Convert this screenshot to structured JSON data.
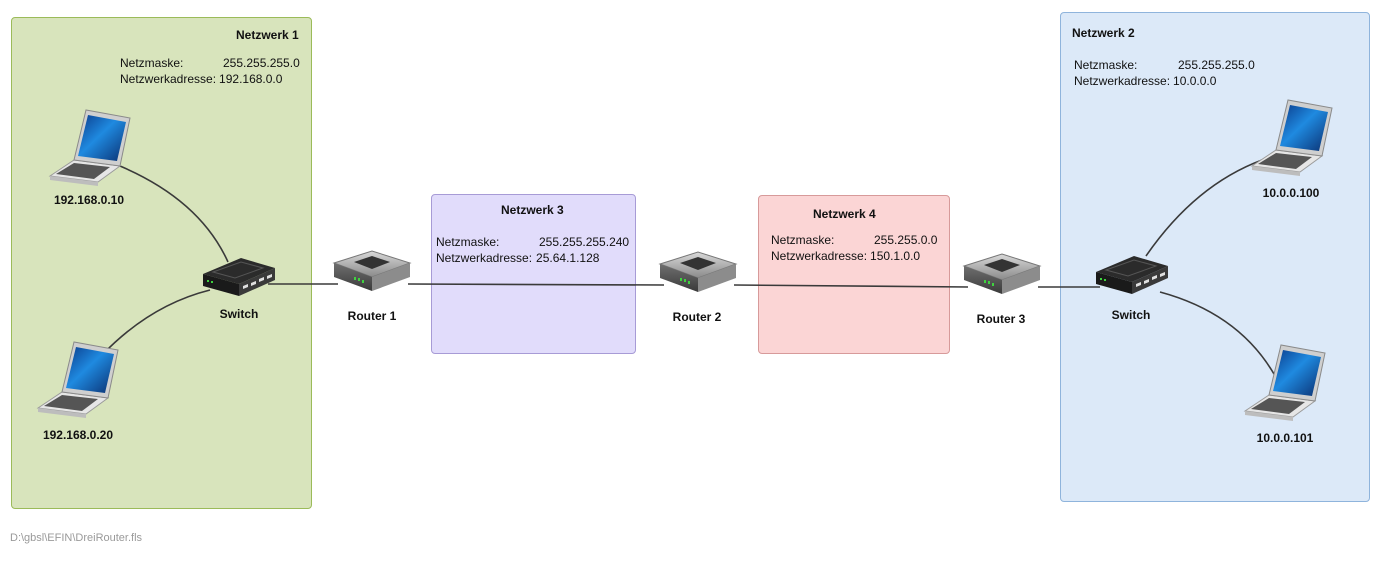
{
  "networks": {
    "n1": {
      "title": "Netzwerk 1",
      "mask_label": "Netzmaske:",
      "mask": "255.255.255.0",
      "addr_label": "Netzwerkadresse:",
      "addr": "192.168.0.0"
    },
    "n2": {
      "title": "Netzwerk 2",
      "mask_label": "Netzmaske:",
      "mask": "255.255.255.0",
      "addr_label": "Netzwerkadresse:",
      "addr": "10.0.0.0"
    },
    "n3": {
      "title": "Netzwerk 3",
      "mask_label": "Netzmaske:",
      "mask": "255.255.255.240",
      "addr_label": "Netzwerkadresse:",
      "addr": "25.64.1.128"
    },
    "n4": {
      "title": "Netzwerk 4",
      "mask_label": "Netzmaske:",
      "mask": "255.255.0.0",
      "addr_label": "Netzwerkadresse:",
      "addr": "150.1.0.0"
    }
  },
  "devices": {
    "pc1": "192.168.0.10",
    "pc2": "192.168.0.20",
    "pc3": "10.0.0.100",
    "pc4": "10.0.0.101",
    "switch1": "Switch",
    "switch2": "Switch",
    "router1": "Router 1",
    "router2": "Router 2",
    "router3": "Router 3"
  },
  "colors": {
    "n1_fill": "#d8e4bc",
    "n1_border": "#9bbb59",
    "n2_fill": "#dce9f8",
    "n2_border": "#8fb4dc",
    "n3_fill": "#e1dcfb",
    "n3_border": "#a79bd6",
    "n4_fill": "#fbd5d5",
    "n4_border": "#d79a9a"
  },
  "footer": "D:\\gbsl\\EFIN\\DreiRouter.fls"
}
